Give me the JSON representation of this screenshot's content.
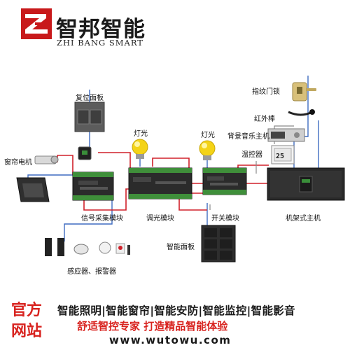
{
  "brand": {
    "name": "智邦智能",
    "subtitle": "ZHI BANG SMART",
    "accent": "#c8191b"
  },
  "labels": {
    "reset_panel": "复位面板",
    "light_1": "灯光",
    "light_2": "灯光",
    "curtain_motor": "窗帘电机",
    "signal_module": "信号采集模块",
    "dimming_module": "调光模块",
    "switch_module": "开关模块",
    "rack_host": "机架式主机",
    "fingerprint_lock": "指纹门锁",
    "ir_rod": "红外棒",
    "bg_music_host": "背景音乐主机",
    "thermostat": "温控器",
    "smart_panel": "智能面板",
    "sensors_alarms": "感应器、报警器"
  },
  "thermostat_display": "25",
  "footer": {
    "official_line1": "官方",
    "official_line2": "网站",
    "categories": "智能照明|智能窗帘|智能安防|智能监控|智能影音",
    "slogan": "舒适智控专家  打造精品智能体验",
    "url": "www.wutowu.com"
  },
  "colors": {
    "wire_red": "#d0202a",
    "wire_blue": "#3f6cc0",
    "wire_gray": "#8a8a8a",
    "module_green": "#3f8f3a",
    "module_dark": "#2b2b2b",
    "footer_red": "#d8231f"
  }
}
